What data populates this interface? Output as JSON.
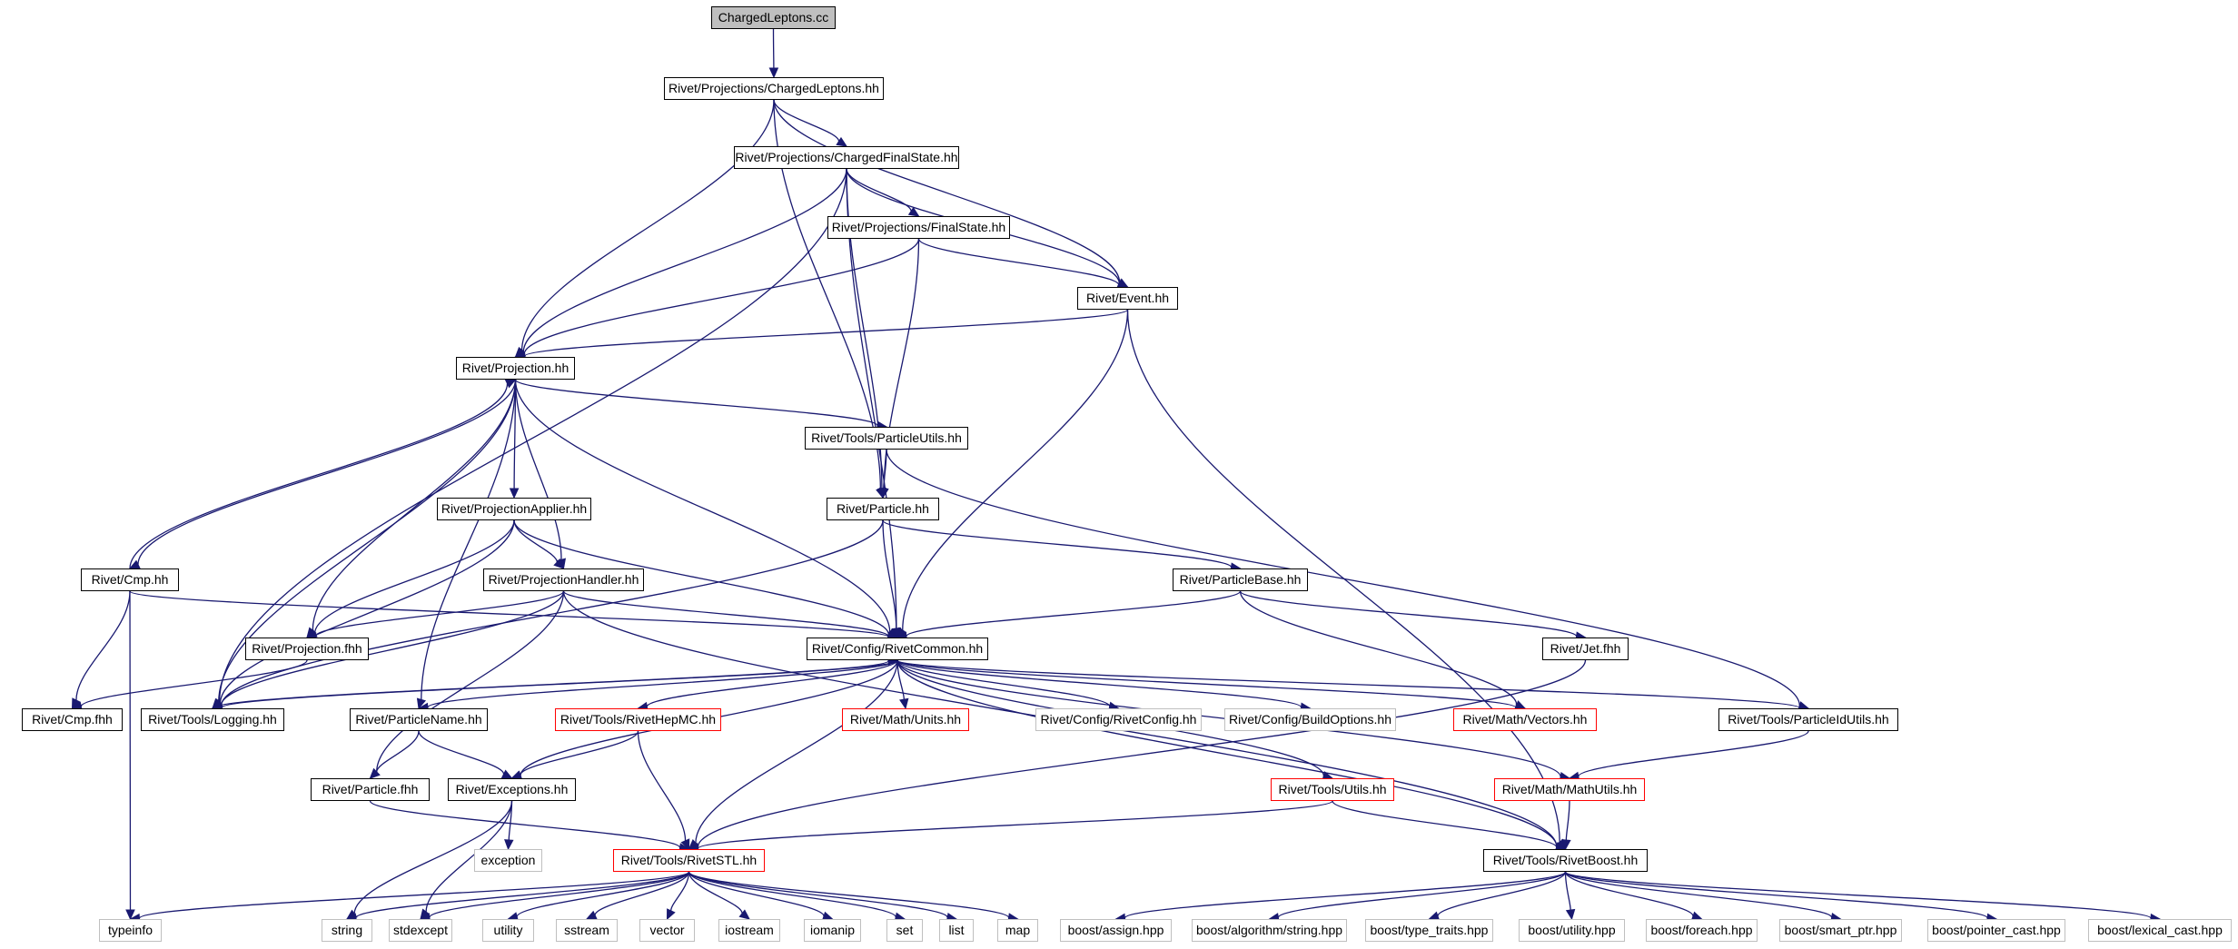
{
  "title": "ChargedLeptons.cc",
  "colors": {
    "edge": "#191970",
    "node_border": "#000000",
    "root_fill": "#bfbfbf",
    "incomplete_border": "#ff0000",
    "external_border": "#bfbfbf"
  },
  "nodes": {
    "root": "ChargedLeptons.cc",
    "chargedleptons_hh": "Rivet/Projections/ChargedLeptons.hh",
    "chargedfinalstate_hh": "Rivet/Projections/ChargedFinalState.hh",
    "finalstate_hh": "Rivet/Projections/FinalState.hh",
    "event_hh": "Rivet/Event.hh",
    "projection_hh": "Rivet/Projection.hh",
    "particleutils_hh": "Rivet/Tools/ParticleUtils.hh",
    "projectionapplier_hh": "Rivet/ProjectionApplier.hh",
    "particle_hh": "Rivet/Particle.hh",
    "cmp_hh": "Rivet/Cmp.hh",
    "projectionhandler_hh": "Rivet/ProjectionHandler.hh",
    "particlebase_hh": "Rivet/ParticleBase.hh",
    "projection_fhh": "Rivet/Projection.fhh",
    "rivetcommon_hh": "Rivet/Config/RivetCommon.hh",
    "jet_fhh": "Rivet/Jet.fhh",
    "cmp_fhh": "Rivet/Cmp.fhh",
    "logging_hh": "Rivet/Tools/Logging.hh",
    "particlename_hh": "Rivet/ParticleName.hh",
    "rivethepmc_hh": "Rivet/Tools/RivetHepMC.hh",
    "units_hh": "Rivet/Math/Units.hh",
    "rivetconfig_hh": "Rivet/Config/RivetConfig.hh",
    "buildoptions_hh": "Rivet/Config/BuildOptions.hh",
    "vectors_hh": "Rivet/Math/Vectors.hh",
    "particleidutils_hh": "Rivet/Tools/ParticleIdUtils.hh",
    "particle_fhh": "Rivet/Particle.fhh",
    "exceptions_hh": "Rivet/Exceptions.hh",
    "utils_hh": "Rivet/Tools/Utils.hh",
    "mathutils_hh": "Rivet/Math/MathUtils.hh",
    "exception": "exception",
    "rivetstl_hh": "Rivet/Tools/RivetSTL.hh",
    "rivetboost_hh": "Rivet/Tools/RivetBoost.hh",
    "typeinfo": "typeinfo",
    "string": "string",
    "stdexcept": "stdexcept",
    "utility": "utility",
    "sstream": "sstream",
    "vector": "vector",
    "iostream": "iostream",
    "iomanip": "iomanip",
    "set": "set",
    "list": "list",
    "map": "map",
    "boost_assign": "boost/assign.hpp",
    "boost_algorithm_string": "boost/algorithm/string.hpp",
    "boost_type_traits": "boost/type_traits.hpp",
    "boost_utility": "boost/utility.hpp",
    "boost_foreach": "boost/foreach.hpp",
    "boost_smart_ptr": "boost/smart_ptr.hpp",
    "boost_pointer_cast": "boost/pointer_cast.hpp",
    "boost_lexical_cast": "boost/lexical_cast.hpp"
  },
  "edges": [
    [
      "root",
      "chargedleptons_hh"
    ],
    [
      "chargedleptons_hh",
      "chargedfinalstate_hh"
    ],
    [
      "chargedleptons_hh",
      "projection_hh"
    ],
    [
      "chargedleptons_hh",
      "particle_hh"
    ],
    [
      "chargedleptons_hh",
      "event_hh"
    ],
    [
      "chargedfinalstate_hh",
      "finalstate_hh"
    ],
    [
      "chargedfinalstate_hh",
      "event_hh"
    ],
    [
      "chargedfinalstate_hh",
      "projection_hh"
    ],
    [
      "chargedfinalstate_hh",
      "particle_hh"
    ],
    [
      "chargedfinalstate_hh",
      "rivetcommon_hh"
    ],
    [
      "chargedfinalstate_hh",
      "logging_hh"
    ],
    [
      "finalstate_hh",
      "event_hh"
    ],
    [
      "finalstate_hh",
      "projection_hh"
    ],
    [
      "finalstate_hh",
      "particle_hh"
    ],
    [
      "event_hh",
      "projection_hh"
    ],
    [
      "event_hh",
      "rivetcommon_hh"
    ],
    [
      "event_hh",
      "rivetboost_hh"
    ],
    [
      "projection_hh",
      "particleutils_hh"
    ],
    [
      "projection_hh",
      "projectionapplier_hh"
    ],
    [
      "projection_hh",
      "projectionhandler_hh"
    ],
    [
      "projection_hh",
      "cmp_hh"
    ],
    [
      "projection_hh",
      "projection_fhh"
    ],
    [
      "projection_hh",
      "logging_hh"
    ],
    [
      "projection_hh",
      "particlename_hh"
    ],
    [
      "projection_hh",
      "rivetcommon_hh"
    ],
    [
      "cmp_hh",
      "projection_hh"
    ],
    [
      "cmp_hh",
      "cmp_fhh"
    ],
    [
      "cmp_hh",
      "rivetcommon_hh"
    ],
    [
      "cmp_hh",
      "typeinfo"
    ],
    [
      "particleutils_hh",
      "particle_hh"
    ],
    [
      "particleutils_hh",
      "particleidutils_hh"
    ],
    [
      "particle_hh",
      "particlebase_hh"
    ],
    [
      "particle_hh",
      "rivetcommon_hh"
    ],
    [
      "particle_hh",
      "logging_hh"
    ],
    [
      "projectionapplier_hh",
      "projectionhandler_hh"
    ],
    [
      "projectionapplier_hh",
      "projection_fhh"
    ],
    [
      "projectionapplier_hh",
      "rivetcommon_hh"
    ],
    [
      "projectionapplier_hh",
      "logging_hh"
    ],
    [
      "projectionhandler_hh",
      "projection_fhh"
    ],
    [
      "projectionhandler_hh",
      "rivetcommon_hh"
    ],
    [
      "projectionhandler_hh",
      "logging_hh"
    ],
    [
      "projectionhandler_hh",
      "rivetboost_hh"
    ],
    [
      "projectionhandler_hh",
      "particle_fhh"
    ],
    [
      "particlebase_hh",
      "rivetcommon_hh"
    ],
    [
      "particlebase_hh",
      "jet_fhh"
    ],
    [
      "particlebase_hh",
      "vectors_hh"
    ],
    [
      "projection_fhh",
      "cmp_fhh"
    ],
    [
      "jet_fhh",
      "rivetstl_hh"
    ],
    [
      "rivetcommon_hh",
      "logging_hh"
    ],
    [
      "logging_hh",
      "rivetcommon_hh"
    ],
    [
      "rivetcommon_hh",
      "particlename_hh"
    ],
    [
      "rivetcommon_hh",
      "rivethepmc_hh"
    ],
    [
      "rivetcommon_hh",
      "units_hh"
    ],
    [
      "rivetcommon_hh",
      "rivetconfig_hh"
    ],
    [
      "rivetcommon_hh",
      "buildoptions_hh"
    ],
    [
      "rivetcommon_hh",
      "vectors_hh"
    ],
    [
      "rivetcommon_hh",
      "particleidutils_hh"
    ],
    [
      "rivetcommon_hh",
      "exceptions_hh"
    ],
    [
      "rivetcommon_hh",
      "utils_hh"
    ],
    [
      "rivetcommon_hh",
      "mathutils_hh"
    ],
    [
      "rivetcommon_hh",
      "rivetstl_hh"
    ],
    [
      "rivetcommon_hh",
      "rivetboost_hh"
    ],
    [
      "particlename_hh",
      "particle_fhh"
    ],
    [
      "particlename_hh",
      "exceptions_hh"
    ],
    [
      "rivethepmc_hh",
      "exceptions_hh"
    ],
    [
      "rivethepmc_hh",
      "rivetstl_hh"
    ],
    [
      "particleidutils_hh",
      "mathutils_hh"
    ],
    [
      "particle_fhh",
      "rivetstl_hh"
    ],
    [
      "exceptions_hh",
      "exception"
    ],
    [
      "exceptions_hh",
      "string"
    ],
    [
      "exceptions_hh",
      "stdexcept"
    ],
    [
      "utils_hh",
      "rivetstl_hh"
    ],
    [
      "utils_hh",
      "rivetboost_hh"
    ],
    [
      "mathutils_hh",
      "rivetboost_hh"
    ],
    [
      "rivetstl_hh",
      "typeinfo"
    ],
    [
      "rivetstl_hh",
      "string"
    ],
    [
      "rivetstl_hh",
      "stdexcept"
    ],
    [
      "rivetstl_hh",
      "utility"
    ],
    [
      "rivetstl_hh",
      "sstream"
    ],
    [
      "rivetstl_hh",
      "vector"
    ],
    [
      "rivetstl_hh",
      "iostream"
    ],
    [
      "rivetstl_hh",
      "iomanip"
    ],
    [
      "rivetstl_hh",
      "set"
    ],
    [
      "rivetstl_hh",
      "list"
    ],
    [
      "rivetstl_hh",
      "map"
    ],
    [
      "rivetboost_hh",
      "boost_assign"
    ],
    [
      "rivetboost_hh",
      "boost_algorithm_string"
    ],
    [
      "rivetboost_hh",
      "boost_type_traits"
    ],
    [
      "rivetboost_hh",
      "boost_utility"
    ],
    [
      "rivetboost_hh",
      "boost_foreach"
    ],
    [
      "rivetboost_hh",
      "boost_smart_ptr"
    ],
    [
      "rivetboost_hh",
      "boost_pointer_cast"
    ],
    [
      "rivetboost_hh",
      "boost_lexical_cast"
    ]
  ]
}
